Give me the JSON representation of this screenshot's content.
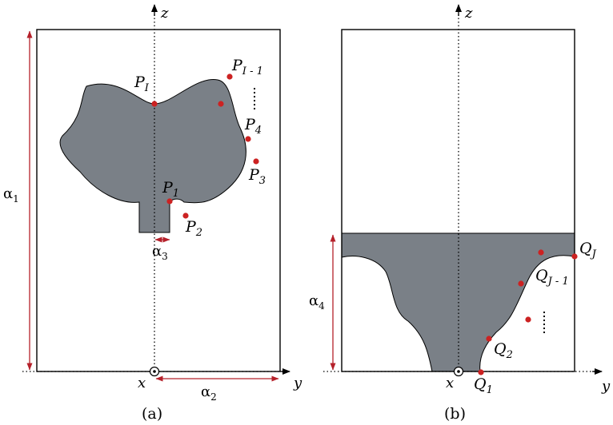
{
  "colors": {
    "shape_fill": "#7a8087",
    "point": "#cc2222",
    "dimension": "#b5202a",
    "outline": "#000000"
  },
  "panel_a": {
    "caption": "(a)",
    "axis_z": "z",
    "axis_y": "y",
    "axis_x": "x",
    "points": [
      {
        "base": "P",
        "sub": "I"
      },
      {
        "base": "P",
        "sub": "I - 1"
      },
      {
        "base": "P",
        "sub": "4"
      },
      {
        "base": "P",
        "sub": "3"
      },
      {
        "base": "P",
        "sub": "1"
      },
      {
        "base": "P",
        "sub": "2"
      }
    ],
    "dims": {
      "alpha1": {
        "base": "α",
        "sub": "1"
      },
      "alpha2": {
        "base": "α",
        "sub": "2"
      },
      "alpha3": {
        "base": "α",
        "sub": "3"
      }
    }
  },
  "panel_b": {
    "caption": "(b)",
    "axis_z": "z",
    "axis_y": "y",
    "axis_x": "x",
    "points": [
      {
        "base": "Q",
        "sub": "J"
      },
      {
        "base": "Q",
        "sub": "J - 1"
      },
      {
        "base": "Q",
        "sub": "2"
      },
      {
        "base": "Q",
        "sub": "1"
      }
    ],
    "dims": {
      "alpha4": {
        "base": "α",
        "sub": "4"
      }
    }
  }
}
